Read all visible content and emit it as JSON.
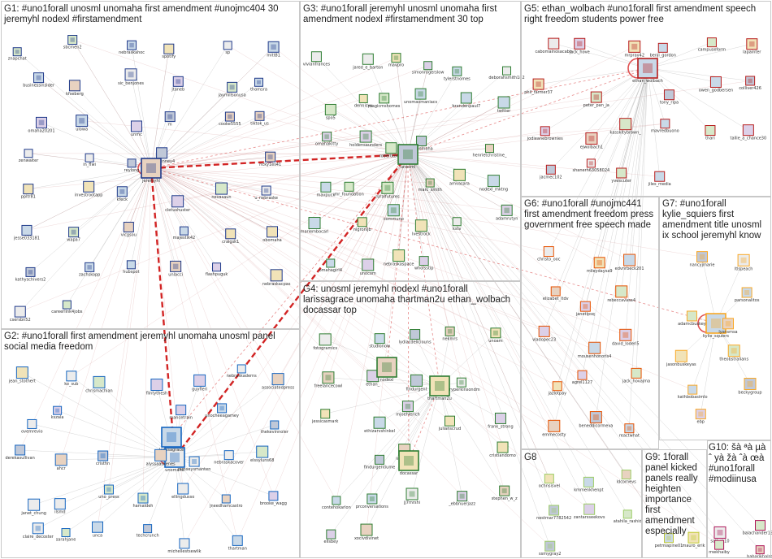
{
  "groups": [
    {
      "id": "G1",
      "title": "G1: #uno1forall unosml unomaha first amendment #unojmc404 30 jeremyhl nodexl #firstamendment",
      "color": "#1f3a8a"
    },
    {
      "id": "G3",
      "title": "G3: #uno1forall jeremyhl unosml unomaha first amendment nodexl #firstamendment 30 top",
      "color": "#2e7d32"
    },
    {
      "id": "G5",
      "title": "G5: ethan_wolbach #uno1forall first amendment speech right freedom students power free",
      "color": "#b71c1c"
    },
    {
      "id": "G2",
      "title": "G2: #uno1forall first amendment jeremyhl unomaha unosml panel social media freedom",
      "color": "#1565c0"
    },
    {
      "id": "G4",
      "title": "G4: unosml jeremyhl nodexl #uno1forall larissagrace unomaha thartman2u ethan_wolbach docassar top",
      "color": "#2e7d32"
    },
    {
      "id": "G6",
      "title": "G6: #uno1forall #unojmc441 first amendment freedom press government free speech made",
      "color": "#e65100"
    },
    {
      "id": "G7",
      "title": "G7: #uno1forall kylie_squiers first amendment title unosml ix school jeremyhl know",
      "color": "#f9a825"
    },
    {
      "id": "G8",
      "title": "G8",
      "color": "#9ccc65"
    },
    {
      "id": "G9",
      "title": "G9: 1forall panel kicked panels really heighten importance first amendment especially",
      "color": "#c0ca33"
    },
    {
      "id": "G10",
      "title": "G10: šà ªà µà ˆ yà žà ˆà œà #uno1forall #modiinusa",
      "color": "#ad1457"
    }
  ],
  "nodes": {
    "G1": [
      "znapchat",
      "sbcmen2",
      "nebraskahoc",
      "spotify",
      "sp",
      "mitt81",
      "businessinsider",
      "kfseberg",
      "sic_benjones",
      "jtaneb",
      "jaymillsonusa",
      "thomsra",
      "omaha20201",
      "ulowa",
      "unmc",
      "m",
      "cooke5555",
      "tiktok_us",
      "zenwaiter",
      "in_flwi",
      "reylong",
      "rcoakenney4",
      "jeremyhl",
      "ricky1es41",
      "ppltr81",
      "investrootapp",
      "kfeck",
      "cletushuster",
      "nevasaun",
      "u_nebraske",
      "jesse033181",
      "wapa7",
      "vicgsou",
      "majestik42",
      "craigsk1",
      "obomaha",
      "kathyschivers2",
      "zachskopp",
      "hubspot",
      "unlacci",
      "flashpuguk",
      "nebraskacpas",
      "csersbn52",
      "careerlink4jobs"
    ],
    "G3": [
      "vivianfrances",
      "jared_e_barton",
      "mavpro",
      "simonrogerslow",
      "tylerstnomes",
      "deborahsmith182",
      "spo5",
      "dennisyu",
      "magicmshomes",
      "unomavmaniacs",
      "brandenpaul7",
      "twitter",
      "omahakitty",
      "holdensaunders",
      "robertkorpe",
      "tedxomaha",
      "unosml",
      "henrietchristine_",
      "mavpuck",
      "mr_foundation",
      "ruralfutures",
      "marc_smith",
      "amvasara",
      "nodexl_mktng",
      "mariembocari",
      "nigronijb",
      "communo",
      "lvestrock",
      "kstv",
      "adamrutyn",
      "omahagirl4",
      "unocom",
      "nebraskaspace",
      "whoisstip"
    ],
    "G5": [
      "cabomainosacabn",
      "jack_hove",
      "mrpray42",
      "benji_gordon",
      "campuseform",
      "lapainter",
      "phil_farmer37",
      "peter_pan_ja",
      "ethan_wolbach",
      "tony_ripa",
      "owen_godbersen",
      "colliver426",
      "jodieanebrownies",
      "ejwolbach1",
      "kasskitybrown_",
      "mavredbuono",
      "thari",
      "tallie_a_chance30",
      "jacmec102",
      "shanerh63058024",
      "yvescuter",
      "jiles_media"
    ],
    "G2": [
      "jean_stothert",
      "ko_sub",
      "chrismachian",
      "flintythesh",
      "guyfieri",
      "nebraskaderns",
      "associatedpress",
      "ovemrevio",
      "kszala",
      "unomaha",
      "larissagrace",
      "mancetrain",
      "unocheeagamey",
      "thekevinnoler",
      "derekasullivan",
      "ahcr",
      "cristhn",
      "alyssaaskenes",
      "ramseysmanten",
      "nebraskacover",
      "elssyluns68",
      "janet_chung",
      "ilsmd",
      "uno_press",
      "hamaldeh",
      "ellingdusso",
      "jneedhamcastro",
      "brooke_wagg",
      "claire_decoster",
      "sarahjane",
      "unca",
      "techcrunch",
      "michellestsewlik",
      "thartman"
    ],
    "G4": [
      "fotogramics",
      "studionow",
      "lydiacdeliciouns",
      "nekmrs",
      "unoam",
      "freelancecowl",
      "ethan_",
      "findurgent",
      "maryperkinsondm",
      "thartman2u",
      "jessicasmark",
      "ethizarvshinkel",
      "mjoehlerich",
      "julianscrud",
      "frank_strong",
      "nodexl",
      "findurgentiume",
      "uscprize",
      "docassar",
      "cristiandomo",
      "contehokarlon",
      "prconversations",
      "jj7mrshi",
      "_ebbnuerjazz",
      "stephen_w_z",
      "ellsbey",
      "xocivdivinet"
    ],
    "G6": [
      "christo_ooc",
      "mileydaysa9",
      "edvnrbeck201",
      "elizabet_ltdv",
      "janetlpsq",
      "rebeccavasa4",
      "vladopec23",
      "mousenhonoris4",
      "david_loderi5",
      "jazlotpay",
      "agrel1127",
      "jack_hovajma",
      "emmecosty",
      "beneddicormeva",
      "reactwhat"
    ],
    "G7": [
      "nancyjmarie",
      "ltlspeach",
      "kylie_squiers",
      "parsonalitos",
      "adamcbuskey",
      "lysnsmsa",
      "jasonbuskeyas",
      "theobstralians",
      "kathbobasimlo",
      "beckygroup",
      "ebp"
    ],
    "G8": [
      "ochnsisvel",
      "kmmenkhenpt",
      "ldcornevs",
      "nestmar7782542",
      "zantarsseekovs",
      "atahila_rashid",
      "ssmygray2"
    ],
    "G9": [
      "petmiapine01",
      "mauro_erik"
    ],
    "G10": [
      "sathak10",
      "balachander1962",
      "mwkhaiby",
      "babarikhalsa"
    ]
  }
}
